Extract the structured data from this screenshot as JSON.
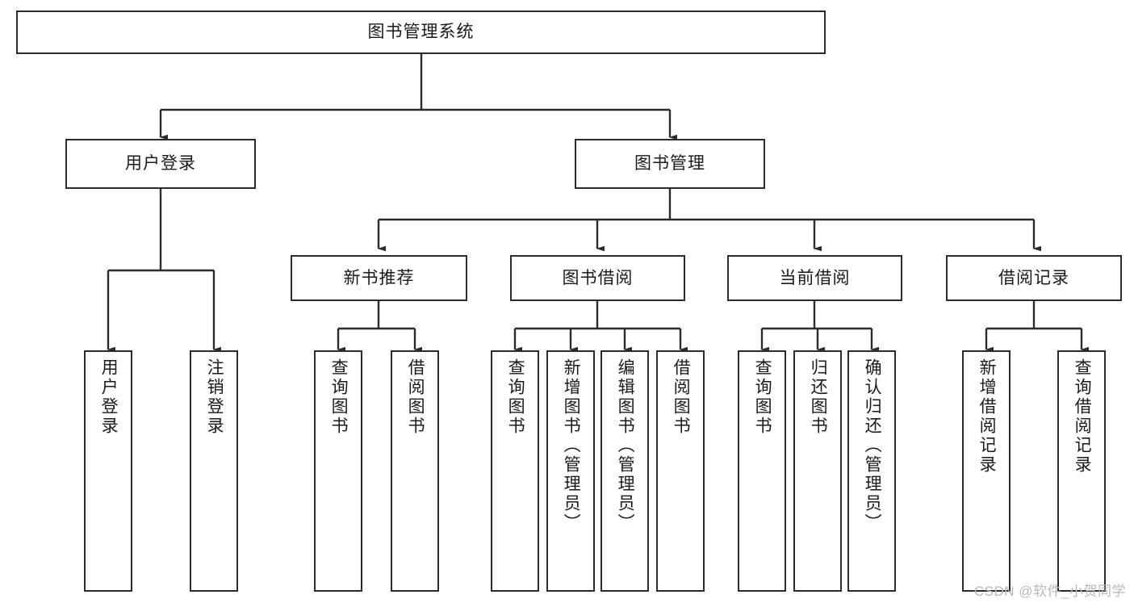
{
  "diagram": {
    "title": "图书管理系统",
    "type": "hierarchy-tree",
    "watermark": "CSDN @软件_小贺同学",
    "colors": {
      "stroke": "#2b2b2b",
      "fill": "#ffffff",
      "text": "#1a1a1a",
      "watermark": "#b8b8b8"
    },
    "root": {
      "label": "图书管理系统"
    },
    "level2": [
      {
        "label": "用户登录"
      },
      {
        "label": "图书管理"
      }
    ],
    "level3": [
      {
        "label": "新书推荐"
      },
      {
        "label": "图书借阅"
      },
      {
        "label": "当前借阅"
      },
      {
        "label": "借阅记录"
      }
    ],
    "leaves": {
      "user_login": [
        {
          "label": "用户登录"
        },
        {
          "label": "注销登录"
        }
      ],
      "new_book": [
        {
          "label": "查询图书"
        },
        {
          "label": "借阅图书"
        }
      ],
      "book_borrow": [
        {
          "label": "查询图书"
        },
        {
          "label": "新增图书（管理员）"
        },
        {
          "label": "编辑图书（管理员）"
        },
        {
          "label": "借阅图书"
        }
      ],
      "current_borrow": [
        {
          "label": "查询图书"
        },
        {
          "label": "归还图书"
        },
        {
          "label": "确认归还（管理员）"
        }
      ],
      "borrow_record": [
        {
          "label": "新增借阅记录"
        },
        {
          "label": "查询借阅记录"
        }
      ]
    }
  }
}
